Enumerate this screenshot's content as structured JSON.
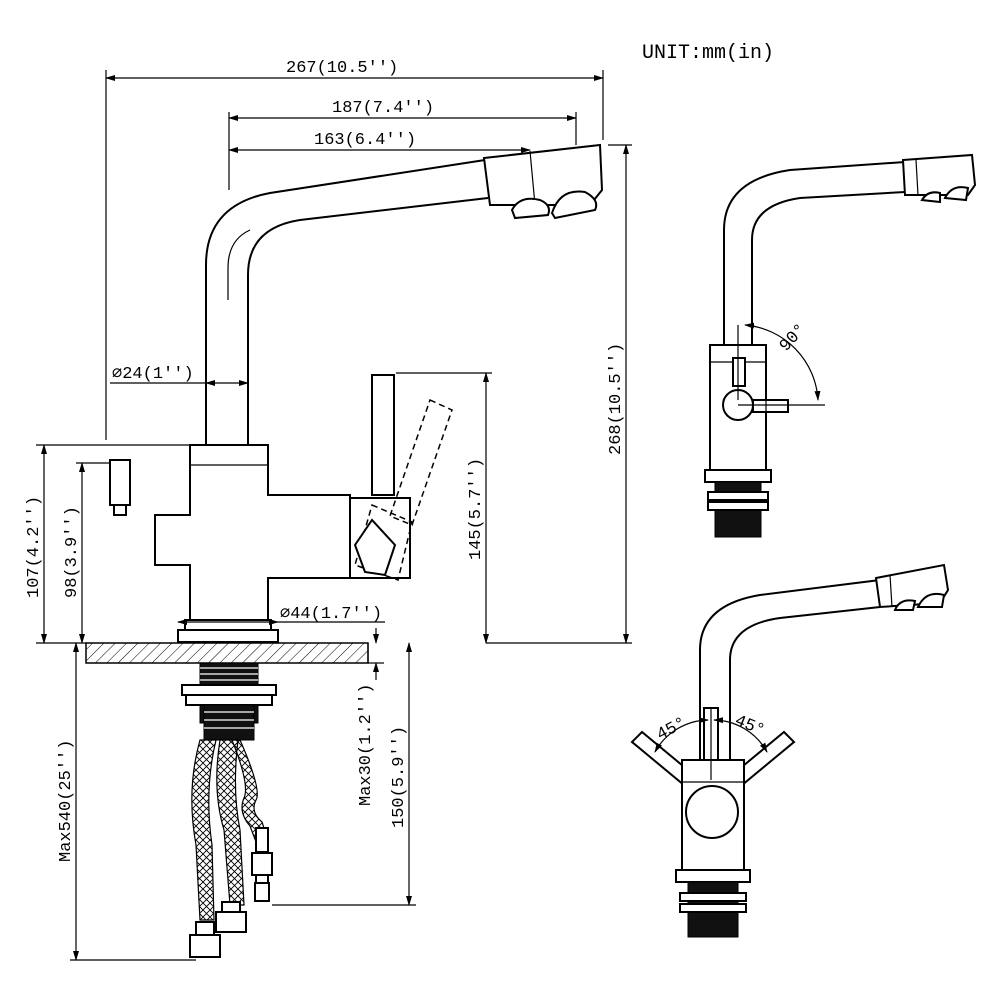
{
  "unit_label": "UNIT:mm(in)",
  "dimensions": {
    "overall_length": "267(10.5'')",
    "spout_reach_outer": "187(7.4'')",
    "spout_reach_inner": "163(6.4'')",
    "spout_diameter": "⌀24(1'')",
    "overall_height": "268(10.5'')",
    "body_height_outer": "107(4.2'')",
    "body_height_inner": "98(3.9'')",
    "handle_height": "145(5.7'')",
    "base_diameter": "⌀44(1.7'')",
    "max_deck_thickness": "Max30(1.2'')",
    "shank_length": "150(5.9'')",
    "max_hose_length": "Max540(25'')",
    "swivel_angle": "90°",
    "lever_angle_left": "45°",
    "lever_angle_right": "45°"
  }
}
